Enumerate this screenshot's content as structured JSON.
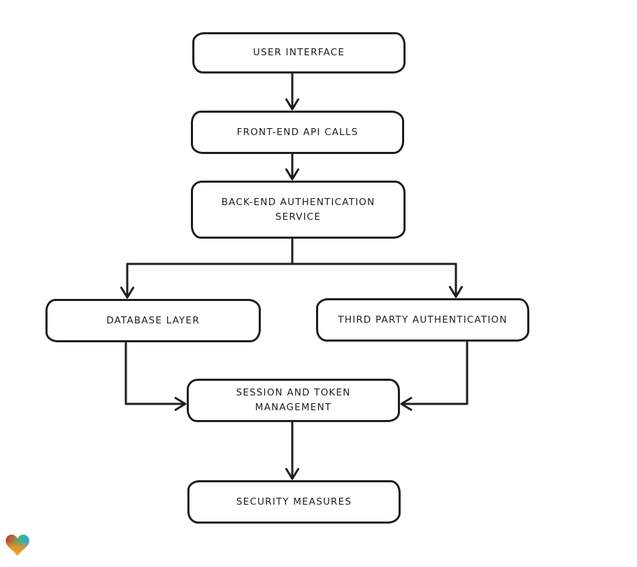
{
  "diagram": {
    "title": "Authentication architecture flowchart",
    "style": "hand-drawn sketch flowchart, black strokes on white",
    "stroke_color": "#1e1e1e",
    "background_color": "#ffffff",
    "nodes": [
      {
        "id": "user-interface",
        "label": "USER INTERFACE"
      },
      {
        "id": "front-end-api-calls",
        "label": "FRONT-END API CALLS"
      },
      {
        "id": "back-end-authentication-service",
        "label": "BACK-END AUTHENTICATION\nSERVICE"
      },
      {
        "id": "database-layer",
        "label": "DATABASE LAYER"
      },
      {
        "id": "third-party-authentication",
        "label": "THIRD PARTY AUTHENTICATION"
      },
      {
        "id": "session-and-token-management",
        "label": "SESSION AND TOKEN\nMANAGEMENT"
      },
      {
        "id": "security-measures",
        "label": "SECURITY MEASURES"
      }
    ],
    "edges": [
      {
        "from": "user-interface",
        "to": "front-end-api-calls"
      },
      {
        "from": "front-end-api-calls",
        "to": "back-end-authentication-service"
      },
      {
        "from": "back-end-authentication-service",
        "to": "database-layer"
      },
      {
        "from": "back-end-authentication-service",
        "to": "third-party-authentication"
      },
      {
        "from": "database-layer",
        "to": "session-and-token-management"
      },
      {
        "from": "third-party-authentication",
        "to": "session-and-token-management"
      },
      {
        "from": "session-and-token-management",
        "to": "security-measures"
      }
    ]
  },
  "logo": {
    "name": "gradient-heart-logo",
    "colors": {
      "red": "#e92a26",
      "blue": "#2d9cdb",
      "teal": "#2ab5c0",
      "orange": "#f7941d"
    }
  }
}
